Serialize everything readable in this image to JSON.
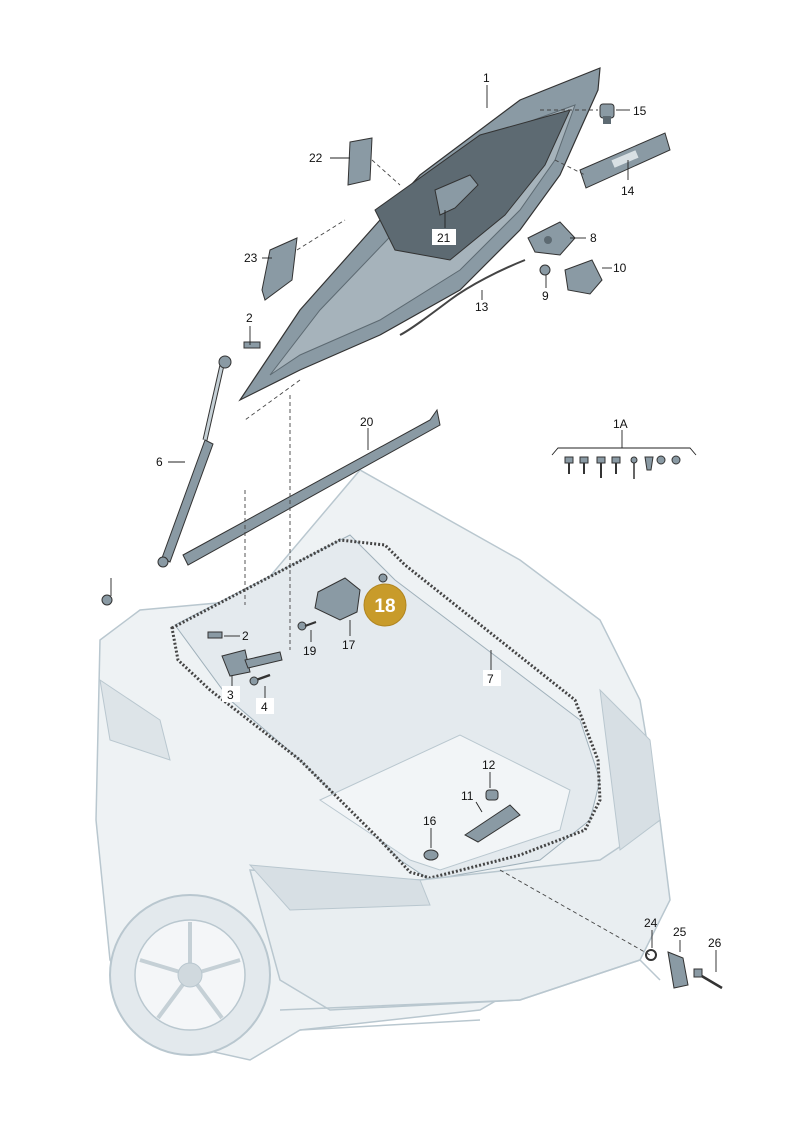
{
  "callouts": {
    "c1": "1",
    "c1A": "1A",
    "c2a": "2",
    "c2b": "2",
    "c3": "3",
    "c4": "4",
    "c6": "6",
    "c7": "7",
    "c8": "8",
    "c9": "9",
    "c10": "10",
    "c11": "11",
    "c12": "12",
    "c13": "13",
    "c14": "14",
    "c15": "15",
    "c16": "16",
    "c17": "17",
    "c18": "18",
    "c19": "19",
    "c20": "20",
    "c21": "21",
    "c22": "22",
    "c23": "23",
    "c24": "24",
    "c25": "25",
    "c26": "26"
  },
  "colors": {
    "part_fill": "#8a9aa4",
    "part_dark": "#5d6a72",
    "car_fill": "#eef2f4",
    "car_line": "#b9c7cf",
    "badge": "#c89b2a"
  }
}
